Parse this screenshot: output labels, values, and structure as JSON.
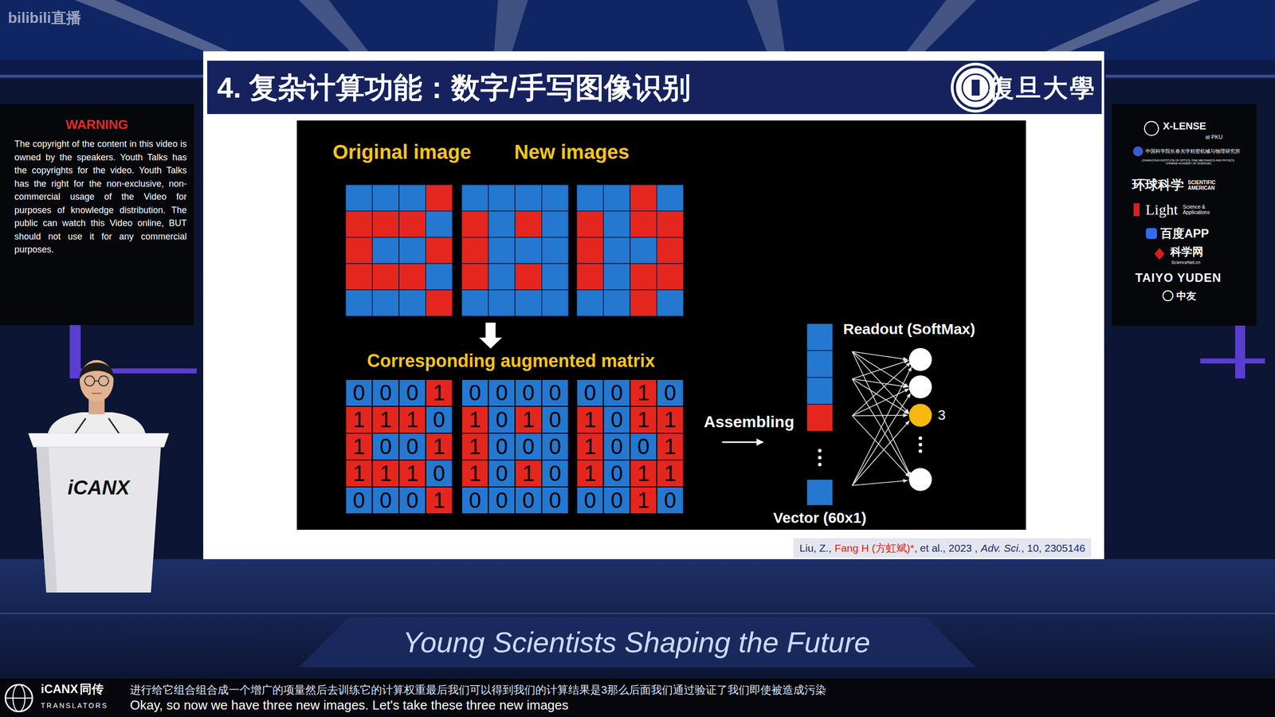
{
  "diagram": {
    "title": "4. 复杂计算功能：数字/手写图像识别",
    "nodes": [
      {
        "text": [
          "WARNING",
          "The copyright of the content in this video is owned by the speakers. Youth Talks has the copyrights for the video. Youth Talks has the right for the non-exclusive, non-commercial usage of the Video for purposes of knowledge distribution. The public can watch this Video online, BUT should not use it for any commercial purposes."
        ]
      },
      {
        "text": [
          "iCANX"
        ]
      },
      {
        "text": [
          "3"
        ]
      },
      {
        "text": [
          "Liu, Z.,",
          "Fang H (方虹斌)*",
          ", et al., 2023 ,",
          "Adv. Sci.",
          ", 10, 2305146"
        ]
      }
    ],
    "labels": [
      "bilibili直播",
      "復旦大學",
      "Original image",
      "New images",
      "Corresponding augmented matrix",
      "0",
      "0",
      "0",
      "1",
      "1",
      "1",
      "1",
      "0",
      "1",
      "0",
      "0",
      "1",
      "1",
      "1",
      "1",
      "0",
      "0",
      "0",
      "0",
      "1",
      "0",
      "0",
      "0",
      "0",
      "1",
      "0",
      "1",
      "0",
      "1",
      "0",
      "0",
      "0",
      "1",
      "0",
      "1",
      "0",
      "0",
      "0",
      "0",
      "0",
      "0",
      "0",
      "1",
      "0",
      "1",
      "0",
      "1",
      "1",
      "1",
      "0",
      "0",
      "1",
      "1",
      "0",
      "1",
      "1",
      "0",
      "0",
      "1",
      "0",
      "Assembling",
      "Readout (SoftMax)",
      "Vector (60x1)",
      "X-LENSE",
      "at PKU",
      "中国科学院长春光学精密机械与物理研究所",
      "CHANGCHUN INSTITUTE OF OPTICS, FINE MECHANICS AND PHYSICS, CHINESE ACADEMY OF SCIENCES",
      "环球科学",
      "SCIENTIFIC AMERICAN",
      "Light",
      "Science & Applications",
      "百度APP",
      "科学网",
      "ScienceNet.cn",
      "TAIYO YUDEN",
      "中友",
      "Young Scientists Shaping the Future",
      "iCANX",
      "同传",
      "TRANSLATORS",
      "进行给它组合组合成一个增广的项量然后去训练它的计算权重最后我们可以得到我们的计算结果是3那么后面我们通过验证了我们即使被造成污染",
      "Okay, so now we have three new images. Let's take these three new images"
    ]
  }
}
